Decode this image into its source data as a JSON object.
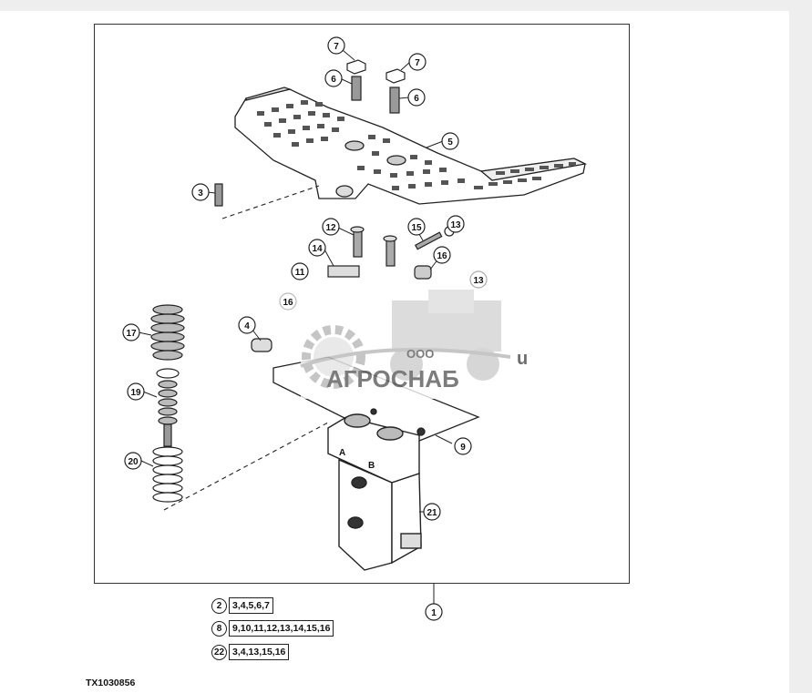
{
  "callouts": {
    "c1": "1",
    "c3": "3",
    "c4": "4",
    "c5": "5",
    "c6a": "6",
    "c6b": "6",
    "c7a": "7",
    "c7b": "7",
    "c9": "9",
    "c11": "11",
    "c12": "12",
    "c13a": "13",
    "c13b": "13",
    "c14": "14",
    "c15": "15",
    "c16a": "16",
    "c16b": "16",
    "c17": "17",
    "c19": "19",
    "c20": "20",
    "c21": "21"
  },
  "part_labels": {
    "port_a": "A",
    "port_b": "B"
  },
  "legend": [
    {
      "number": "2",
      "parts": "3,4,5,6,7"
    },
    {
      "number": "8",
      "parts": "9,10,11,12,13,14,15,16"
    },
    {
      "number": "22",
      "parts": "3,4,13,15,16"
    }
  ],
  "figure_code": "TX1030856",
  "watermark": {
    "prefix": "ООО",
    "name": "АГРОСНАБ",
    "suffix": "u"
  }
}
